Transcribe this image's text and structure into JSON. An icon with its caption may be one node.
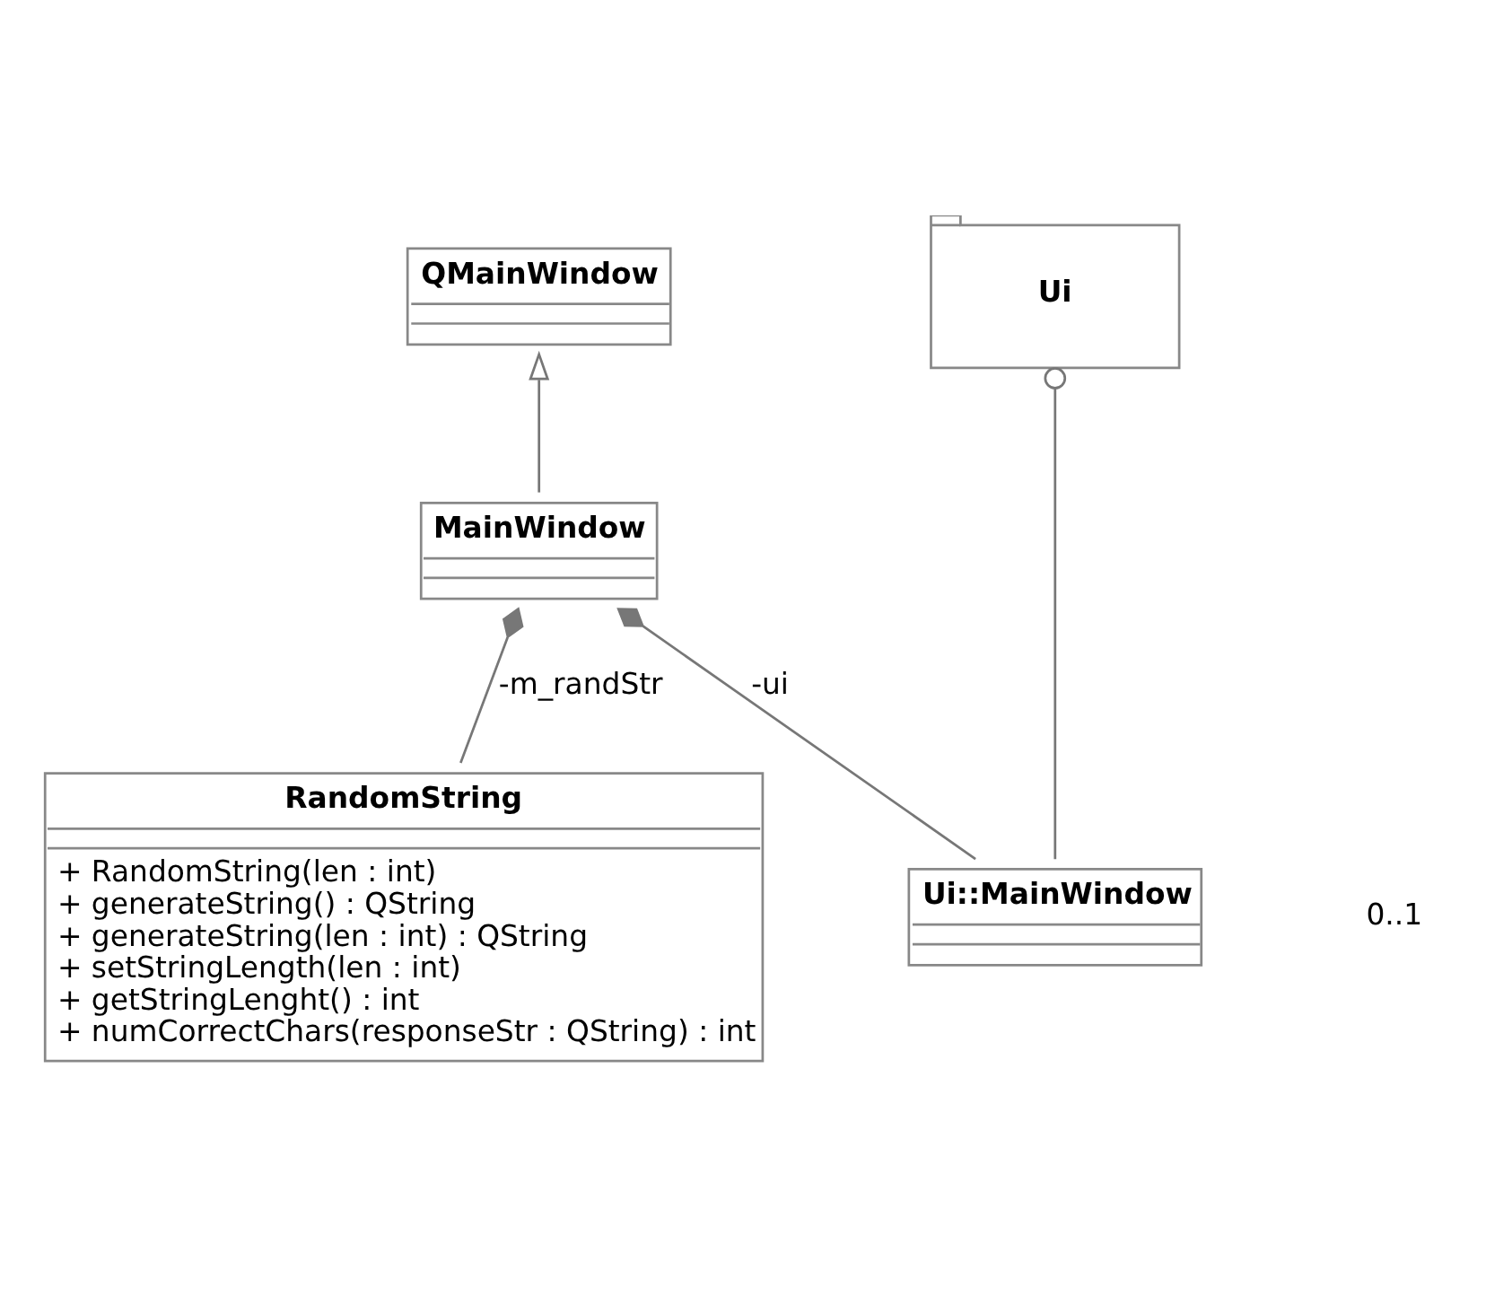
{
  "diagram": {
    "nodes": [
      {
        "text": [
          "QMainWindow"
        ]
      },
      {
        "text": [
          "Ui"
        ]
      },
      {
        "text": [
          "MainWindow"
        ]
      },
      {
        "text": [
          "Ui::MainWindow"
        ]
      },
      {
        "text": [
          "RandomString",
          "+ RandomString(len : int)",
          "+ generateString() : QString",
          "+ generateString(len : int) : QString",
          "+ setStringLength(len : int)",
          "+ getStringLenght() : int",
          "+ numCorrectChars(responseStr : QString) : int"
        ]
      }
    ],
    "edges": [
      {
        "from": 2,
        "to": 0,
        "arrow": "to"
      },
      {
        "from": 1,
        "to": 3,
        "arrow": "other"
      },
      {
        "from": 2,
        "to": 4,
        "arrow": "other",
        "label": "-m_randStr"
      },
      {
        "from": 2,
        "to": 3,
        "arrow": "other",
        "label": "-ui"
      }
    ],
    "labels": [
      "0..1"
    ]
  }
}
